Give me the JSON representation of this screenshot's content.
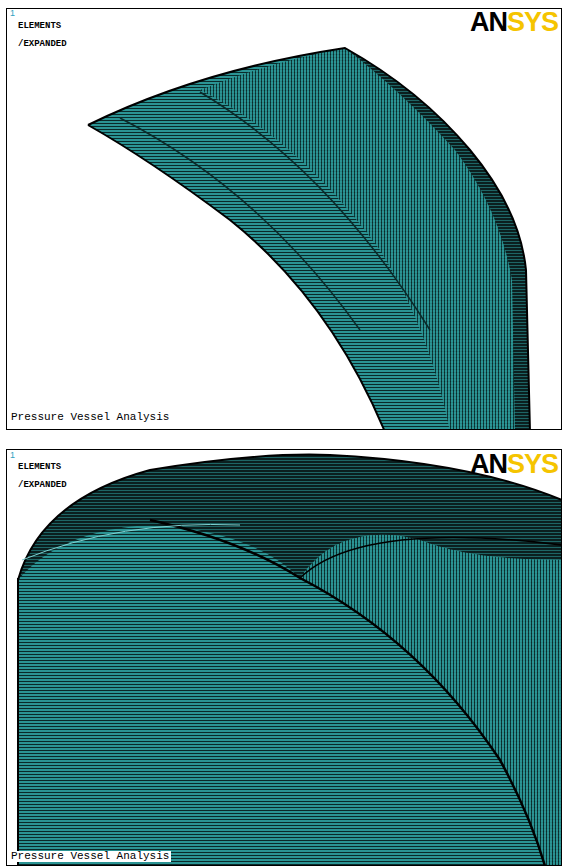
{
  "diagram": {
    "labels": [
      "1",
      "ELEMENTS",
      "/EXPANDED",
      "AN",
      "SYS",
      "Pressure Vessel Analysis",
      "1",
      "ELEMENTS",
      "/EXPANDED",
      "AN",
      "SYS",
      "Pressure Vessel Analysis"
    ]
  }
}
